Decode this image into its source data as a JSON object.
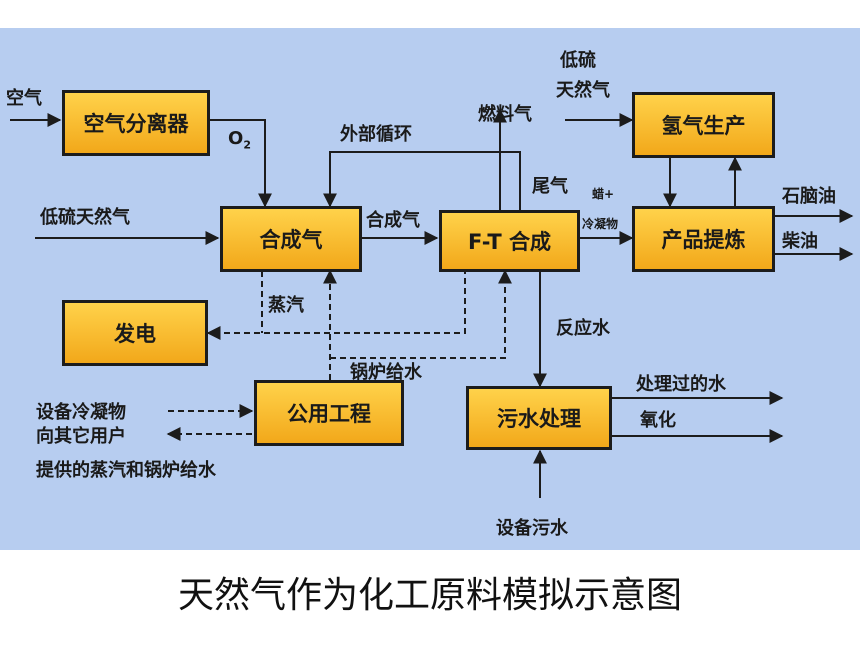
{
  "boxes": {
    "air_separator": "空气分离器",
    "syngas": "合成气",
    "power": "发电",
    "utilities": "公用工程",
    "ft_synthesis": "F-T 合成",
    "wastewater_treatment": "污水处理",
    "hydrogen_production": "氢气生产",
    "product_refining": "产品提炼"
  },
  "labels": {
    "air": "空气",
    "o2": "O",
    "o2_sub": "2",
    "low_sulfur_gas_left": "低硫天然气",
    "external_recycle": "外部循环",
    "syngas_flow": "合成气",
    "fuel_gas": "燃料气",
    "low_sulfur": "低硫",
    "natural_gas": "天然气",
    "tail_gas": "尾气",
    "wax_plus": "蜡+",
    "condensate": "冷凝物",
    "naphtha": "石脑油",
    "diesel": "柴油",
    "steam": "蒸汽",
    "reaction_water": "反应水",
    "boiler_feed": "锅炉给水",
    "equipment_condensate": "设备冷凝物",
    "to_other_users": "向其它用户",
    "steam_and_boiler_water": "提供的蒸汽和锅炉给水",
    "treated_water": "处理过的水",
    "oxidation": "氧化",
    "equipment_wastewater": "设备污水"
  },
  "caption": "天然气作为化工原料模拟示意图"
}
